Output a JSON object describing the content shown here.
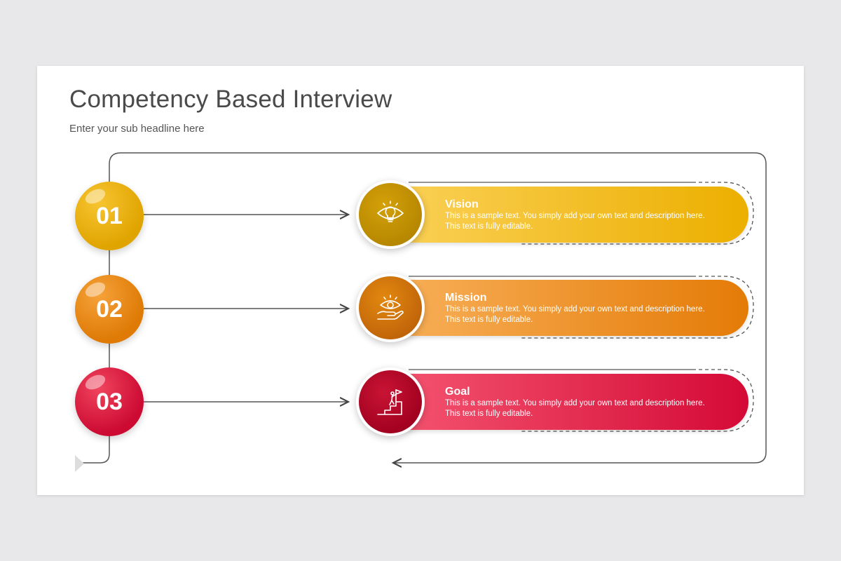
{
  "header": {
    "title": "Competency Based Interview",
    "subtitle": "Enter your sub headline here"
  },
  "steps": [
    {
      "number": "01",
      "title": "Vision",
      "description": "This is a sample text. You simply add your own text and description here. This text is fully editable.",
      "icon": "lightbulb-eye-icon",
      "color": "#ecaf00"
    },
    {
      "number": "02",
      "title": "Mission",
      "description": "This is a sample text. You simply add your own text and description here. This text is fully editable.",
      "icon": "hand-eye-icon",
      "color": "#e47b07"
    },
    {
      "number": "03",
      "title": "Goal",
      "description": "This is a sample text. You simply add your own text and description here. This text is fully editable.",
      "icon": "flag-summit-icon",
      "color": "#d40a36"
    }
  ]
}
